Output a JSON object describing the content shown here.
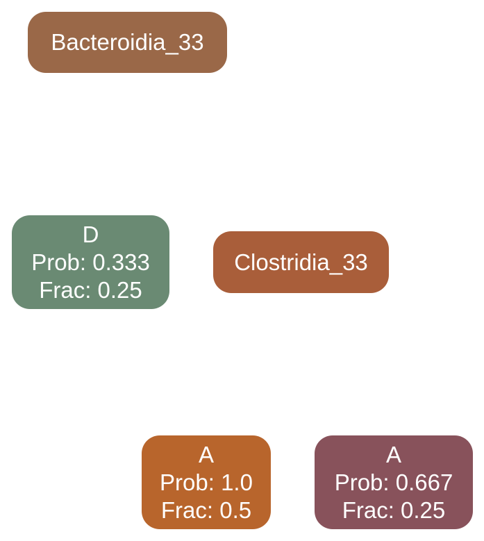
{
  "nodes": {
    "bacteroidia": {
      "label": "Bacteroidia_33",
      "color": "#9a6848"
    },
    "d": {
      "label": "D",
      "prob": "Prob: 0.333",
      "frac": "Frac: 0.25",
      "color": "#6a8a73"
    },
    "clostridia": {
      "label": "Clostridia_33",
      "color": "#a95e3a"
    },
    "a1": {
      "label": "A",
      "prob": "Prob: 1.0",
      "frac": "Frac: 0.5",
      "color": "#b8652c"
    },
    "a2": {
      "label": "A",
      "prob": "Prob: 0.667",
      "frac": "Frac: 0.25",
      "color": "#88525b"
    }
  }
}
